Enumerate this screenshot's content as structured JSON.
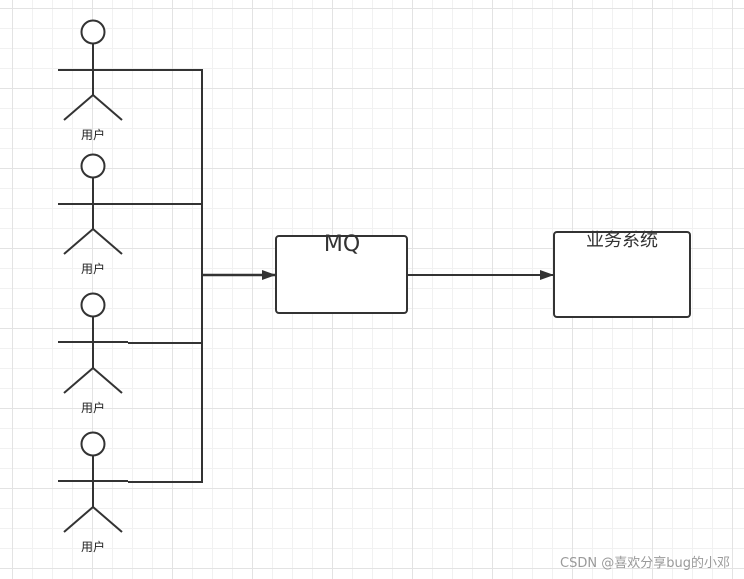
{
  "actors": [
    {
      "label": "用户"
    },
    {
      "label": "用户"
    },
    {
      "label": "用户"
    },
    {
      "label": "用户"
    }
  ],
  "nodes": {
    "mq": {
      "label": "MQ"
    },
    "business_system": {
      "label": "业务系统"
    }
  },
  "watermark": "CSDN @喜欢分享bug的小邓",
  "colors": {
    "stroke": "#333333",
    "grid": "#e3e3e3"
  }
}
